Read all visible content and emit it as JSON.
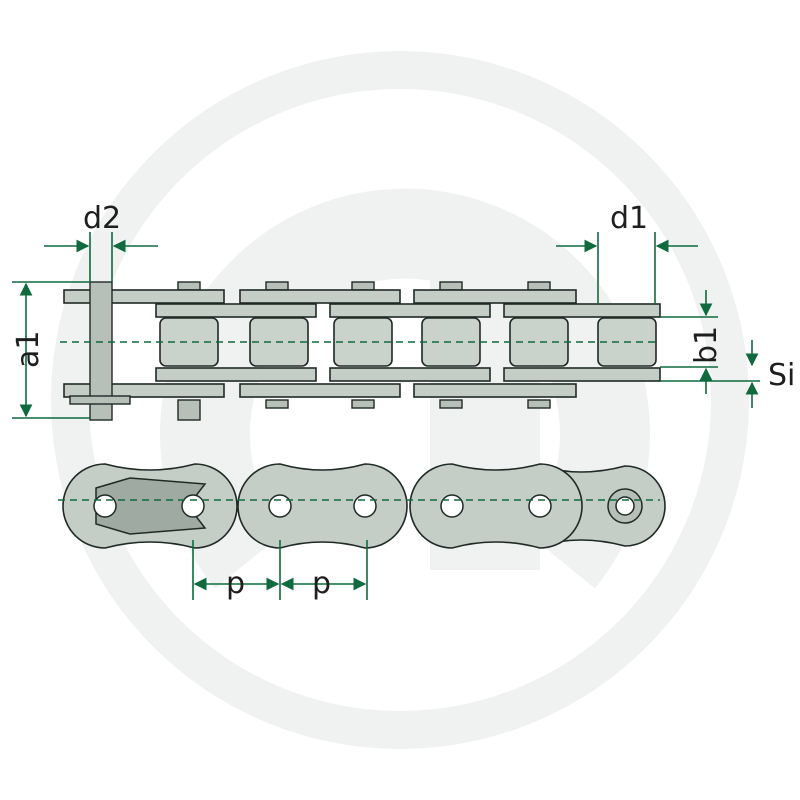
{
  "watermark": {
    "color": "#f0f2f1"
  },
  "colors": {
    "dimension": "#0f6a3e",
    "plate_fill": "#c4cdc6",
    "outline": "#1f2a26"
  },
  "labels": {
    "d2": "d2",
    "d1": "d1",
    "a1": "a1",
    "b1": "b1",
    "si": "Si",
    "p_left": "p",
    "p_right": "p"
  }
}
